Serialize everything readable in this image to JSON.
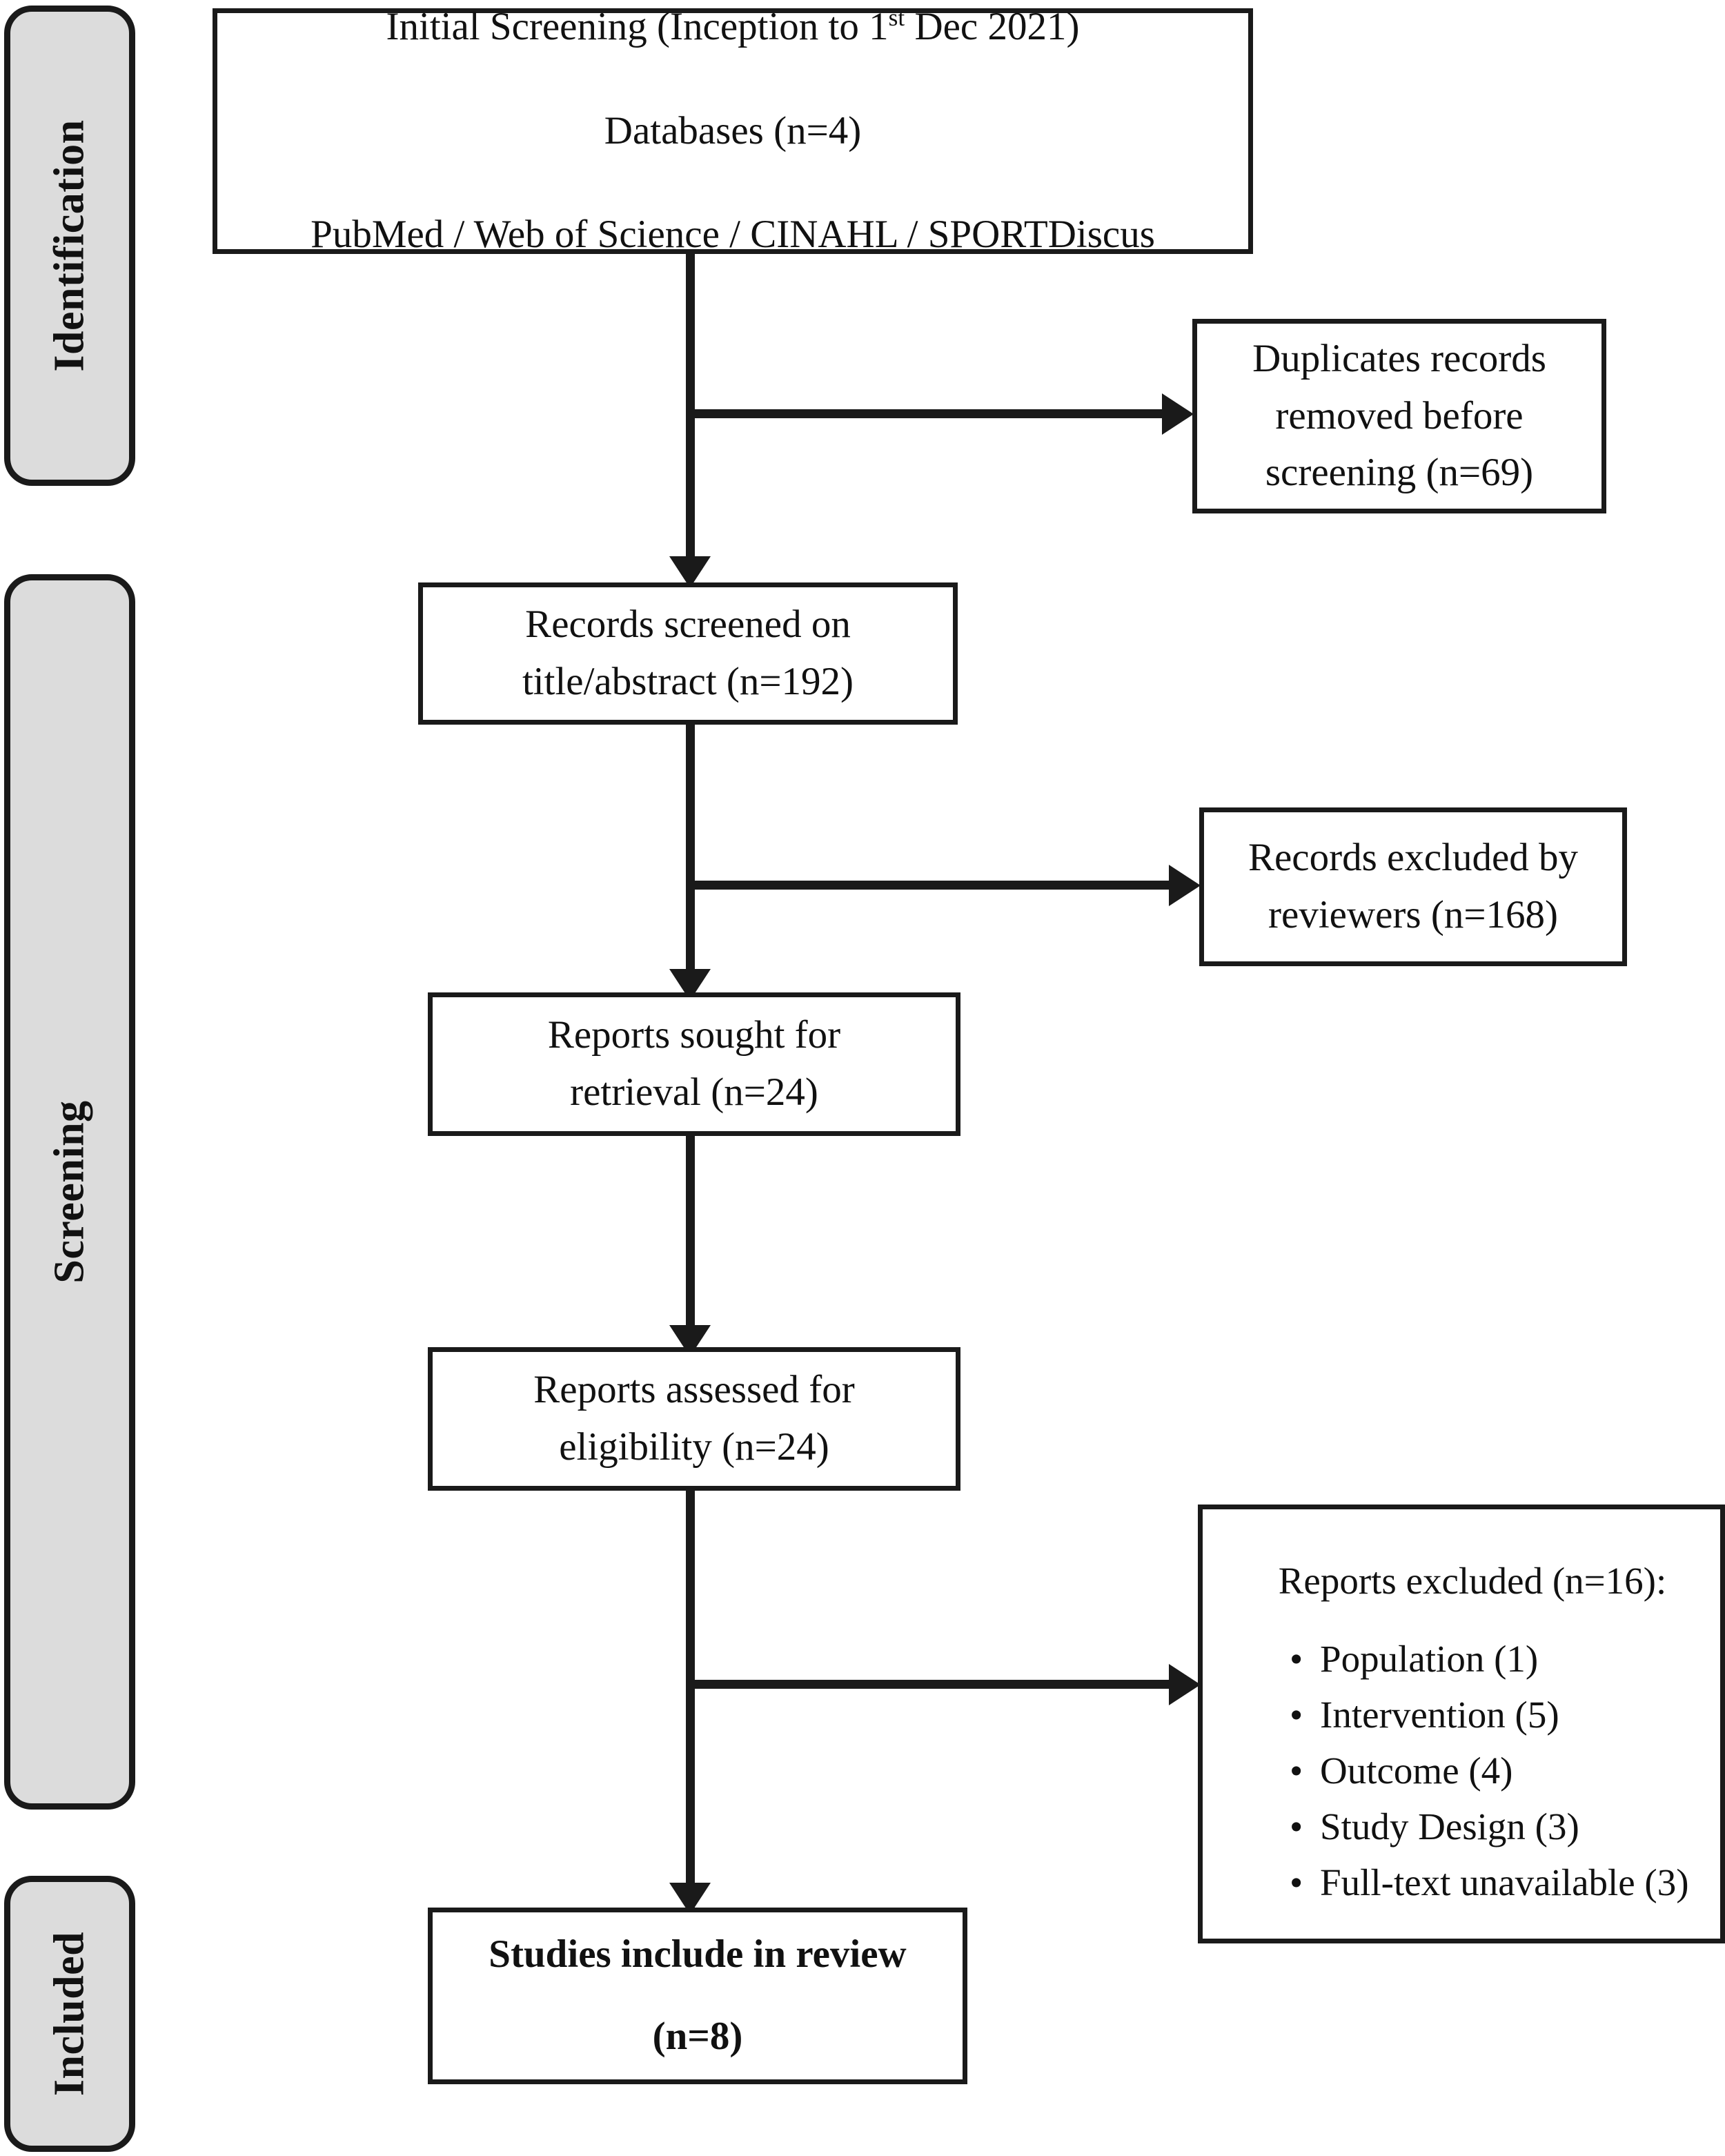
{
  "diagram": {
    "title": "PRISMA flow diagram",
    "accent_color": "#1a1a1a",
    "rail_fill_color": "#dcdcdc",
    "box_fill_color": "#ffffff"
  },
  "stages": [
    {
      "id": "identification",
      "label": "Identification"
    },
    {
      "id": "screening",
      "label": "Screening"
    },
    {
      "id": "included",
      "label": "Included"
    }
  ],
  "boxes": {
    "initial_screening": {
      "lines": [
        "Initial Screening (Inception to 1",
        "Databases (n=4)",
        "PubMed / Web of Science / CINAHL / SPORTDiscus"
      ],
      "line1_prefix": "Initial Screening (Inception to 1",
      "line1_sup": "st",
      "line1_suffix": " Dec 2021)",
      "line2": "Databases (n=4)",
      "line3": "PubMed / Web of Science / CINAHL / SPORTDiscus"
    },
    "duplicates_removed": {
      "line1": "Duplicates records",
      "line2": "removed before",
      "line3": "screening (n=69)"
    },
    "records_screened": {
      "line1": "Records screened on",
      "line2": "title/abstract (n=192)"
    },
    "records_excluded": {
      "line1": "Records excluded by",
      "line2": "reviewers (n=168)"
    },
    "reports_sought": {
      "line1": "Reports sought for",
      "line2": "retrieval (n=24)"
    },
    "reports_assessed": {
      "line1": "Reports assessed for",
      "line2": "eligibility (n=24)"
    },
    "reports_excluded": {
      "title": "Reports excluded (n=16):",
      "bullet_glyph": "•",
      "reasons": [
        "Population (1)",
        "Intervention (5)",
        "Outcome (4)",
        "Study Design (3)",
        "Full-text unavailable (3)"
      ]
    },
    "studies_included": {
      "line1": "Studies include in review",
      "line2": "(n=8)"
    }
  },
  "counts": {
    "databases": 4,
    "duplicates_removed": 69,
    "records_screened": 192,
    "records_excluded_by_reviewers": 168,
    "reports_sought": 24,
    "reports_assessed": 24,
    "reports_excluded": 16,
    "studies_included": 8,
    "excluded_reasons": {
      "population": 1,
      "intervention": 5,
      "outcome": 4,
      "study_design": 3,
      "full_text_unavailable": 3
    }
  }
}
